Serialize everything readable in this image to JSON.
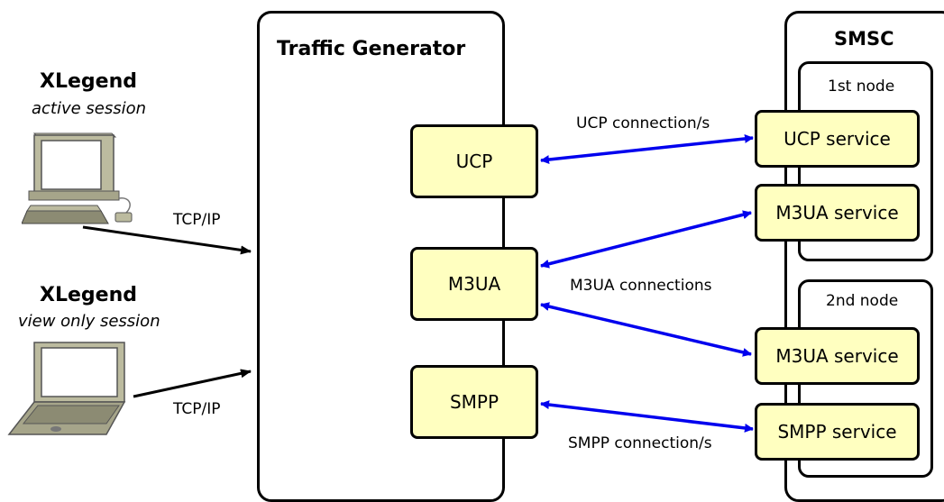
{
  "clients": {
    "desktop": {
      "name": "XLegend",
      "session": "active session",
      "link_label": "TCP/IP",
      "icon": "desktop-computer-icon"
    },
    "laptop": {
      "name": "XLegend",
      "session": "view only session",
      "link_label": "TCP/IP",
      "icon": "laptop-icon"
    }
  },
  "traffic_generator": {
    "title": "Traffic Generator",
    "modules": {
      "ucp": "UCP",
      "m3ua": "M3UA",
      "smpp": "SMPP"
    }
  },
  "smsc": {
    "title": "SMSC",
    "node1": {
      "label": "1st node",
      "ucp_service": "UCP service",
      "m3ua_service": "M3UA service"
    },
    "node2": {
      "label": "2nd node",
      "m3ua_service": "M3UA service",
      "smpp_service": "SMPP service"
    }
  },
  "connections": {
    "ucp": "UCP connection/s",
    "m3ua": "M3UA connections",
    "smpp": "SMPP connection/s"
  },
  "colors": {
    "module_fill": "#ffffc0",
    "connection_arrow": "#0000ee",
    "client_arrow": "#000000"
  }
}
